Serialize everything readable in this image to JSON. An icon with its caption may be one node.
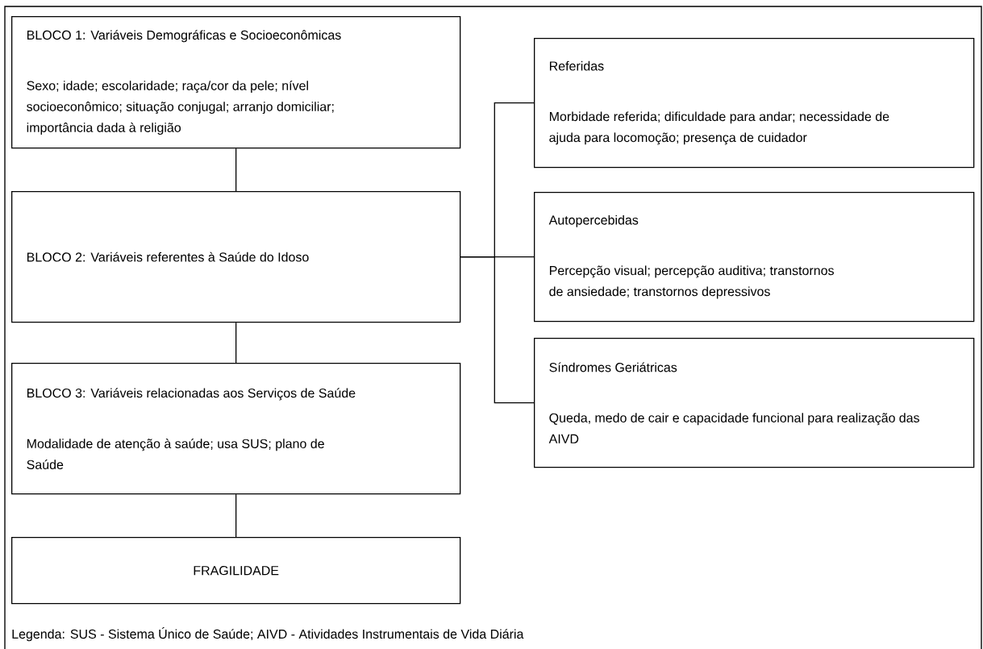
{
  "diagram": {
    "nodes": [
      {
        "text": [
          "BLOCO 1: Variáveis Demográficas e Socioeconômicas",
          "Sexo; idade; escolaridade; raça/cor da pele; nível socioeconômico; situação conjugal; arranjo domiciliar; importância dada à religião"
        ]
      },
      {
        "text": [
          "BLOCO 2: Variáveis referentes à Saúde do Idoso"
        ]
      },
      {
        "text": [
          "BLOCO 3: Variáveis relacionadas aos Serviços de Saúde",
          "Modalidade de atenção à saúde; usa SUS; plano de Saúde"
        ]
      },
      {
        "text": [
          "FRAGILIDADE"
        ]
      },
      {
        "text": [
          "Referidas",
          "Morbidade referida; dificuldade para andar; necessidade de ajuda para locomoção; presença de cuidador"
        ]
      },
      {
        "text": [
          "Autopercebidas",
          "Percepção visual; percepção auditiva; transtornos de ansiedade; transtornos depressivos"
        ]
      },
      {
        "text": [
          "Síndromes Geriátricas",
          "Queda, medo de cair e capacidade funcional para realização das AIVD"
        ]
      }
    ],
    "edges": [
      {
        "from": 0,
        "to": 1,
        "arrow": "none"
      },
      {
        "from": 1,
        "to": 2,
        "arrow": "none"
      },
      {
        "from": 2,
        "to": 3,
        "arrow": "none"
      },
      {
        "from": 1,
        "to": 4,
        "arrow": "none"
      },
      {
        "from": 1,
        "to": 5,
        "arrow": "none"
      },
      {
        "from": 1,
        "to": 6,
        "arrow": "none"
      }
    ],
    "labels": [
      "Legenda: SUS - Sistema Único de Saúde; AIVD - Atividades Instrumentais de Vida Diária"
    ]
  }
}
